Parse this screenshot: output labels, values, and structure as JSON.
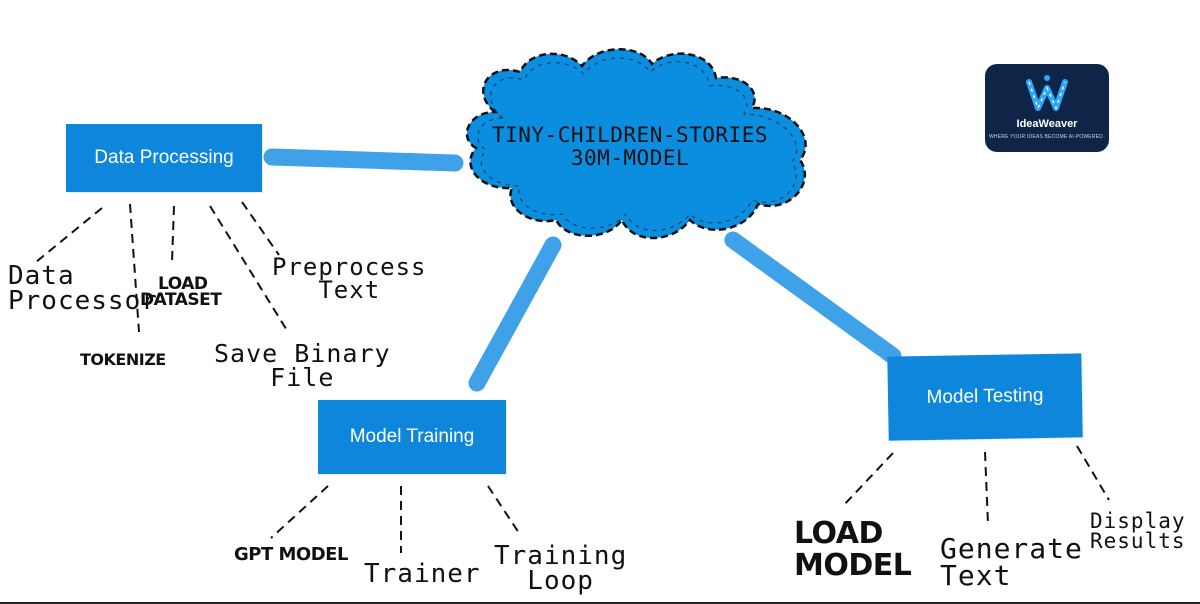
{
  "colors": {
    "box": "#0e86dc",
    "connector": "#3fa2e8",
    "cloud": "#0b8de0",
    "ink": "#111111",
    "logo_bg": "#0f2547"
  },
  "center": {
    "title_line1": "TINY-CHILDREN-STORIES",
    "title_line2": "30M-MODEL"
  },
  "nodes": {
    "data_processing": {
      "label": "Data Processing",
      "children": {
        "data_processor": [
          "Data",
          "Processor"
        ],
        "tokenize": "TOKENIZE",
        "load_dataset": [
          "LOAD",
          "DATASET"
        ],
        "save_binary_file": [
          "Save Binary",
          "File"
        ],
        "preprocess_text": [
          "Preprocess",
          "Text"
        ]
      }
    },
    "model_training": {
      "label": "Model Training",
      "children": {
        "gpt_model": "GPT MODEL",
        "trainer": "Trainer",
        "training_loop": [
          "Training",
          "Loop"
        ]
      }
    },
    "model_testing": {
      "label": "Model Testing",
      "children": {
        "load_model": [
          "LOAD",
          "MODEL"
        ],
        "generate_text": [
          "Generate",
          "Text"
        ],
        "display_results": [
          "Display",
          "Results"
        ]
      }
    }
  },
  "logo": {
    "name": "IdeaWeaver",
    "tagline": "WHERE YOUR IDEAS BECOME AI-POWERED INNOVATION",
    "icon": "weave-w-logo-icon"
  }
}
